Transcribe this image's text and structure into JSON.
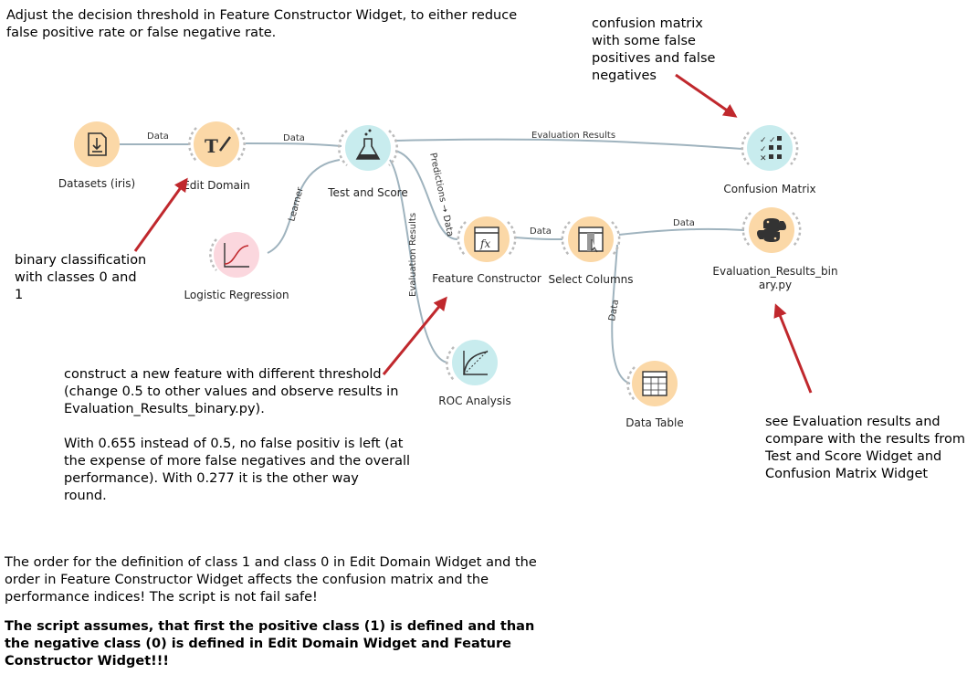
{
  "colors": {
    "link": "#9fb3be",
    "arrow": "#c0282d",
    "data_widget": "#fbd8a7",
    "evaluate_widget": "#c8ecee",
    "model_widget": "#fbd7de",
    "visualize_widget": "#fbd8a7",
    "script_widget": "#e6e6e6"
  },
  "widgets": {
    "datasets": {
      "title": "Datasets (iris)",
      "icon": "file-download-icon"
    },
    "edit_domain": {
      "title": "Edit Domain",
      "icon": "text-edit-icon"
    },
    "test_score": {
      "title": "Test and Score",
      "icon": "flask-icon"
    },
    "logistic_regression": {
      "title": "Logistic Regression",
      "icon": "sigmoid-icon"
    },
    "feature_constructor": {
      "title": "Feature Constructor",
      "icon": "fx-icon"
    },
    "select_columns": {
      "title": "Select Columns",
      "icon": "columns-icon"
    },
    "confusion_matrix": {
      "title": "Confusion Matrix",
      "icon": "matrix-icon"
    },
    "python_script": {
      "title_line1": "Evaluation_Results_bin",
      "title_line2": "ary.py",
      "icon": "python-icon"
    },
    "roc": {
      "title": "ROC Analysis",
      "icon": "roc-curve-icon"
    },
    "data_table": {
      "title": "Data Table",
      "icon": "table-icon"
    }
  },
  "links": {
    "datasets_edit": "Data",
    "edit_test": "Data",
    "test_confusion": "Evaluation Results",
    "lr_test": "Learner",
    "test_feature": "Predictions → Data",
    "test_roc": "Evaluation Results",
    "feature_select": "Data",
    "select_python": "Data",
    "select_table": "Data"
  },
  "notes": {
    "top": "Adjust the decision threshold in Feature Constructor Widget, to either reduce\nfalse positive rate or false negative rate.",
    "confusion": "confusion matrix\nwith some false\npositives and false\nnegatives",
    "binary": "binary classification\nwith classes 0 and\n1",
    "construct": "construct a new feature with different threshold\n(change 0.5 to other values and observe results in\nEvaluation_Results_binary.py).\n\nWith 0.655 instead of 0.5, no false positiv is left (at\nthe expense of more false negatives and the overall\nperformance). With 0.277 it is the other way\nround.",
    "see": "see Evaluation results and\ncompare with the results from\nTest and Score Widget and\nConfusion Matrix Widget",
    "order": "The order for the definition of class 1 and class 0 in Edit Domain Widget and the\norder in Feature Constructor Widget affects the confusion matrix and the\nperformance indices! The script is not fail safe!",
    "assume": "The script assumes, that first the positive class (1) is defined and than\nthe negative class (0) is defined in Edit Domain Widget and Feature\nConstructor Widget!!!"
  }
}
